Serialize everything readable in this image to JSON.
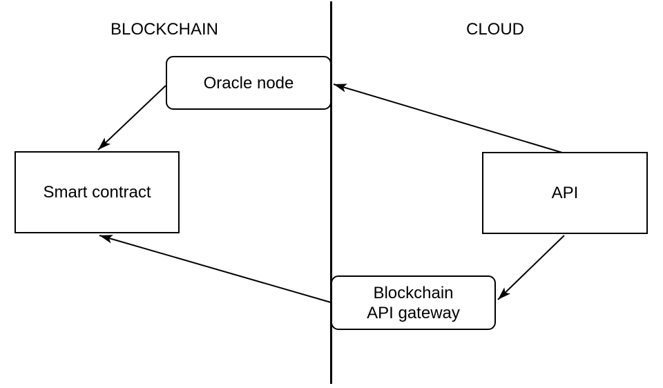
{
  "diagram": {
    "sections": {
      "left_title": "BLOCKCHAIN",
      "right_title": "CLOUD"
    },
    "nodes": [
      {
        "id": "oracle-node",
        "label": "Oracle node",
        "shape": "rounded-rect",
        "side": "blockchain"
      },
      {
        "id": "smart-contract",
        "label": "Smart contract",
        "shape": "rect",
        "side": "blockchain"
      },
      {
        "id": "api",
        "label": "API",
        "shape": "rect",
        "side": "cloud"
      },
      {
        "id": "blockchain-api-gateway",
        "label_line1": "Blockchain",
        "label_line2": "API gateway",
        "shape": "rounded-rect",
        "side": "divider"
      }
    ],
    "edges": [
      {
        "from": "api",
        "to": "oracle-node",
        "arrow": "end"
      },
      {
        "from": "oracle-node",
        "to": "smart-contract",
        "arrow": "end"
      },
      {
        "from": "api",
        "to": "blockchain-api-gateway",
        "arrow": "end"
      },
      {
        "from": "blockchain-api-gateway",
        "to": "smart-contract",
        "arrow": "end"
      }
    ],
    "colors": {
      "stroke": "#000000",
      "text": "#000000",
      "background": "#ffffff"
    }
  }
}
